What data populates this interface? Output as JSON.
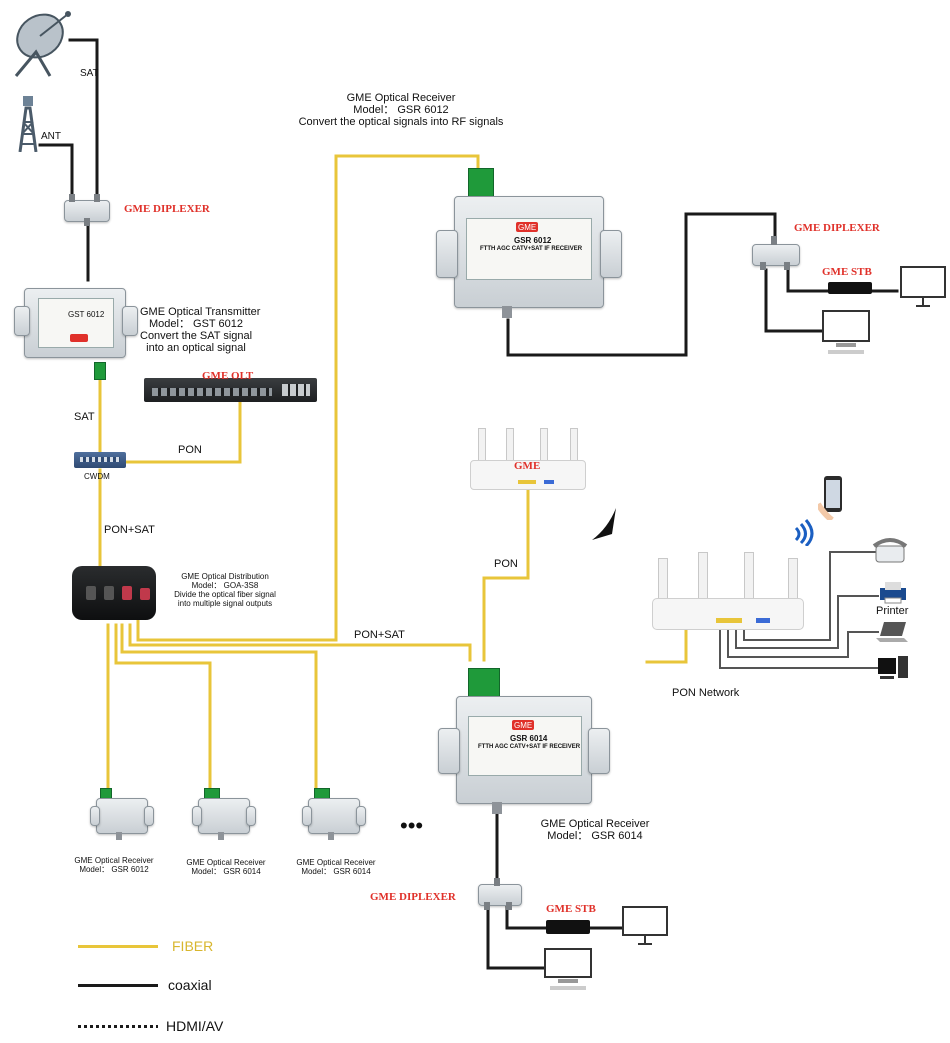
{
  "labels": {
    "sat_top": "SAT",
    "ant": "ANT",
    "diplexer_top": "GME DIPLEXER",
    "transmitter_title": "GME Optical Transmitter",
    "transmitter_model": "Model： GST 6012",
    "transmitter_desc1": "Convert the SAT signal",
    "transmitter_desc2": "into an optical signal",
    "olt": "GME OLT",
    "sat_mid": "SAT",
    "pon_left": "PON",
    "cwdm": "CWDM",
    "pon_sat_left": "PON+SAT",
    "dist_title": "GME Optical Distribution",
    "dist_model": "Model： GOA-3S8",
    "dist_desc1": "Divide the optical fiber signal",
    "dist_desc2": "into multiple signal outputs",
    "rx_top_title": "GME Optical Receiver",
    "rx_top_model": "Model： GSR 6012",
    "rx_top_desc": "Convert the optical signals into RF signals",
    "diplexer_right": "GME DIPLEXER",
    "stb_right": "GME STB",
    "router_label": "GME",
    "pon_mid": "PON",
    "pon_sat_mid": "PON+SAT",
    "printer": "Printer",
    "pon_network": "PON Network",
    "rx_bottom_title": "GME Optical Receiver",
    "rx_bottom_model": "Model： GSR 6014",
    "ellipsis": "•••",
    "diplexer_bottom": "GME DIPLEXER",
    "stb_bottom": "GME STB",
    "rx_small1_title": "GME Optical Receiver",
    "rx_small1_model": "Model： GSR 6012",
    "rx_small2_title": "GME Optical Receiver",
    "rx_small2_model": "Model： GSR 6014",
    "rx_small3_title": "GME Optical Receiver",
    "rx_small3_model": "Model： GSR 6014"
  },
  "legend": {
    "fiber": "FIBER",
    "coaxial": "coaxial",
    "hdmi": "HDMI/AV"
  },
  "device_text": {
    "gsr6012_brand": "GME",
    "gsr6012_model": "GSR 6012",
    "gsr6012_sub": "FTTH AGC CATV+SAT IF RECEIVER",
    "gsr6014_brand": "GME",
    "gsr6014_model": "GSR 6014",
    "gsr6014_sub": "FTTH AGC CATV+SAT IF RECEIVER",
    "transmitter_model_plate": "GST 6012"
  },
  "colors": {
    "fiber": "#e8c53a",
    "coaxial": "#1a1a1a",
    "brand_red": "#e0312a",
    "device_green": "#1f9a3a"
  }
}
